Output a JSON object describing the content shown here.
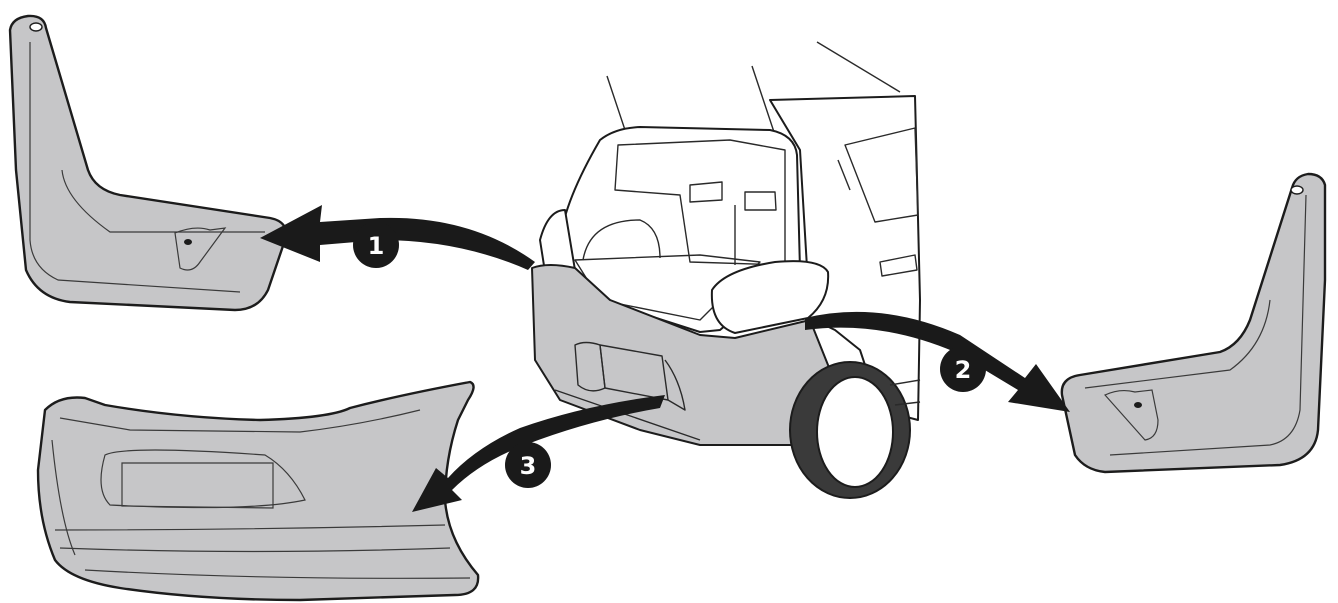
{
  "diagram": {
    "callouts": [
      {
        "id": "1",
        "label": "1"
      },
      {
        "id": "2",
        "label": "2"
      },
      {
        "id": "3",
        "label": "3"
      }
    ],
    "colors": {
      "part_fill": "#c6c6c8",
      "outline": "#1c1c1c",
      "arrow": "#1a1a1a",
      "callout_fill": "#1a1a1a",
      "callout_text": "#ffffff",
      "background": "#ffffff"
    }
  }
}
